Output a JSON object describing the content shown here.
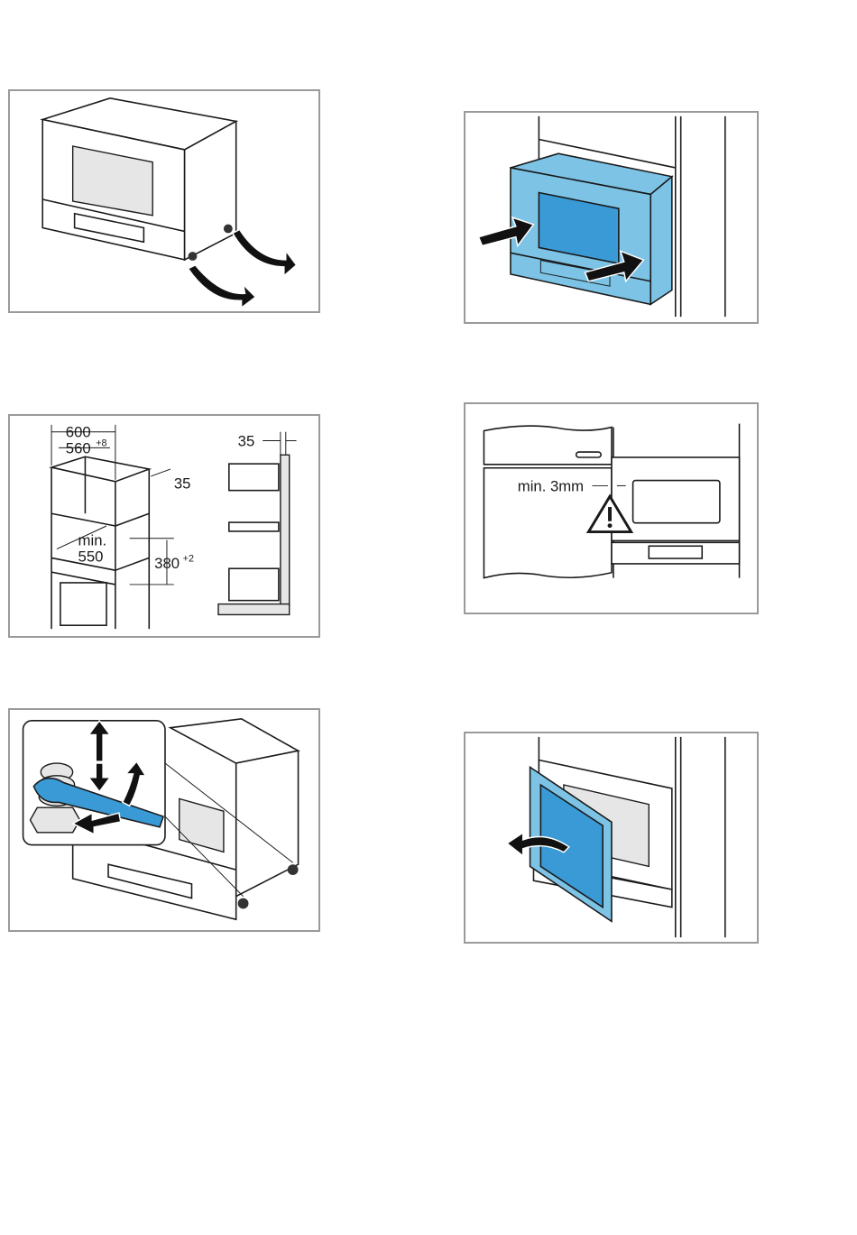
{
  "figures": {
    "remove_feet": {
      "icons": [
        "screw-icon",
        "curved-arrow-icon"
      ]
    },
    "push_in": {
      "icons": [
        "push-arrow-icon"
      ]
    },
    "niche_dimensions": {
      "width_outer": "600",
      "width_inner": "560",
      "width_inner_tol": "+8",
      "depth_offset": "35",
      "min_label": "min.",
      "min_depth": "550",
      "height": "380",
      "height_tol": "+2",
      "side_offset": "35"
    },
    "gap": {
      "label": "min. 3mm",
      "icons": [
        "warning-icon"
      ]
    },
    "adjust_feet": {
      "icons": [
        "adjust-arrow-icon",
        "wrench-icon"
      ]
    },
    "open_door": {
      "icons": [
        "curved-arrow-icon"
      ]
    }
  }
}
